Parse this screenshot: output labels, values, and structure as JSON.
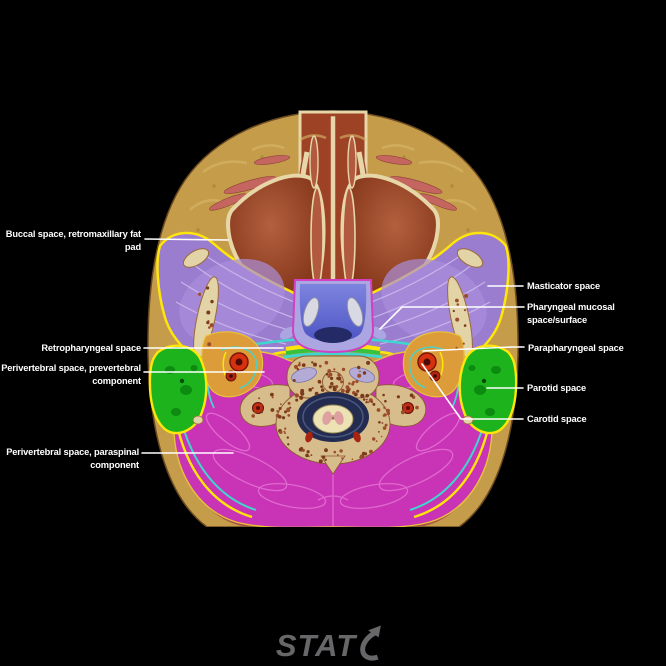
{
  "annotations": {
    "left": [
      {
        "id": "buccal",
        "lines": [
          "Buccal space, retromaxillary fat",
          "pad"
        ]
      },
      {
        "id": "retropharyngeal",
        "lines": [
          "Retropharyngeal space"
        ]
      },
      {
        "id": "prevertebral",
        "lines": [
          "Perivertebral space, prevertebral",
          "component"
        ]
      },
      {
        "id": "paraspinal",
        "lines": [
          "Perivertebral space, paraspinal",
          "component"
        ]
      }
    ],
    "right": [
      {
        "id": "masticator",
        "lines": [
          "Masticator space"
        ]
      },
      {
        "id": "pharyngeal_mucosal",
        "lines": [
          "Pharyngeal mucosal",
          "space/surface"
        ]
      },
      {
        "id": "parapharyngeal",
        "lines": [
          "Parapharyngeal space"
        ]
      },
      {
        "id": "parotid",
        "lines": [
          "Parotid space"
        ]
      },
      {
        "id": "carotid",
        "lines": [
          "Carotid space"
        ]
      }
    ]
  },
  "watermark": {
    "text": "STAT",
    "icon": "stat-swoosh-icon"
  },
  "colors": {
    "background": "#000000",
    "label_text": "#ffffff",
    "leader_line": "#ffffff",
    "skin_fat": "#c49c4a",
    "fat_texture": "#d8b96b",
    "bone": "#d7bc8c",
    "bone_cream": "#e6d6a8",
    "bone_speckle": "#9b4d2a",
    "sinus_cavity": "#7e3014",
    "nasal_cavity": "#9e4226",
    "muscle_slip": "#c4655f",
    "masticator_space": "#9b7dd0",
    "masticator_streak": "#cbbaec",
    "pharynx_mucosa": "#aba6e2",
    "pharynx_lumen": "#5a62c8",
    "airway_dark": "#232a66",
    "mucosal_line": "#d23fc0",
    "parapharyngeal_fat": "#dd9c3a",
    "parotid_space": "#1cb31c",
    "parotid_lobule": "#0d8a10",
    "carotid_artery": "#d7310f",
    "retropharyngeal_fascia": "#3fd6ce",
    "fascia_yellow": "#ffe60a",
    "prevertebral_muscle": "#c934b6",
    "muscle_outline": "#e26fd2",
    "deep_layer": "#a85345",
    "spinal_canal": "#232c50",
    "spinal_cord": "#ece2b4",
    "gray_matter": "#dfa0a0",
    "facet": "#b3abd6",
    "watermark_gray": "#67676a"
  }
}
